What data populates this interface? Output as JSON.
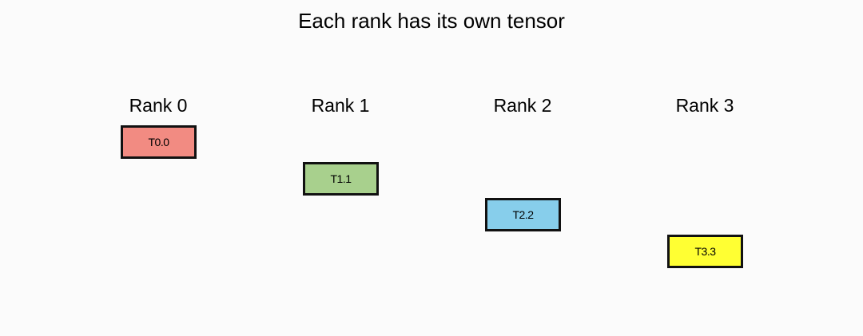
{
  "title": "Each rank has its own tensor",
  "ranks": [
    {
      "label": "Rank 0",
      "tensor": "T0.0",
      "color": "#f28b82"
    },
    {
      "label": "Rank 1",
      "tensor": "T1.1",
      "color": "#a8d08d"
    },
    {
      "label": "Rank 2",
      "tensor": "T2.2",
      "color": "#87ceeb"
    },
    {
      "label": "Rank 3",
      "tensor": "T3.3",
      "color": "#ffff33"
    }
  ]
}
